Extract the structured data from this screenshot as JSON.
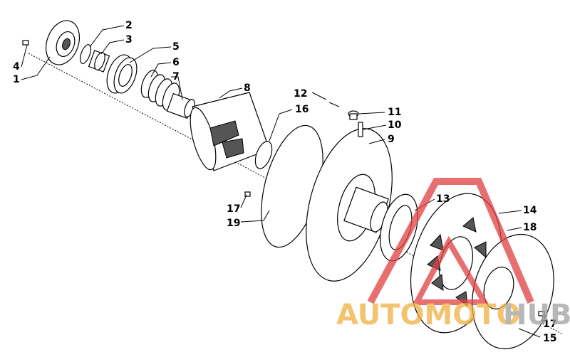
{
  "callouts": [
    "1",
    "2",
    "3",
    "4",
    "5",
    "6",
    "7",
    "8",
    "9",
    "10",
    "11",
    "12",
    "13",
    "14",
    "15",
    "16",
    "17",
    "17",
    "18",
    "19"
  ],
  "watermark": {
    "brand_a": "AUTOMOTO",
    "brand_b": "HUB",
    "color_orange": "#f0b040",
    "color_gray": "#a0a0a0",
    "color_red": "#e04040"
  }
}
